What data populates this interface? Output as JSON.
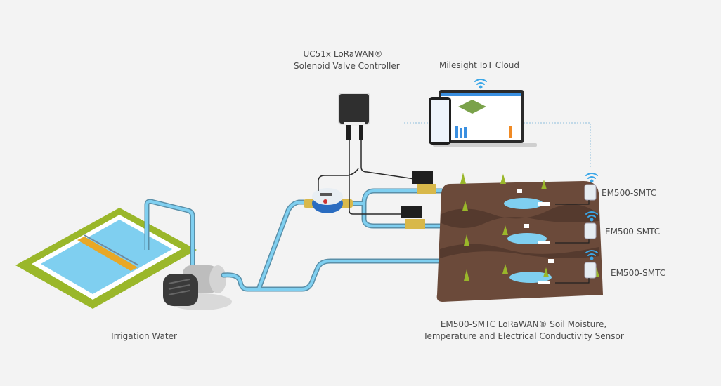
{
  "labels": {
    "controller_line1": "UC51x LoRaWAN®",
    "controller_line2": "Solenoid Valve Controller",
    "cloud": "Milesight IoT Cloud",
    "water": "Irrigation Water",
    "sensor_1": "EM500-SMTC",
    "sensor_2": "EM500-SMTC",
    "sensor_3": "EM500-SMTC",
    "sensor_desc_line1": "EM500-SMTC LoRaWAN® Soil Moisture,",
    "sensor_desc_line2": "Temperature and Electrical Conductivity Sensor"
  },
  "colors": {
    "background": "#f3f3f3",
    "water": "#7fcff0",
    "pipe_outline": "#5a8fa8",
    "soil": "#6b4a3a",
    "soil_dark": "#553a2e",
    "grass": "#9ab72a",
    "pool_rim": "#ffffff",
    "controller": "#2f2f2f",
    "wifi": "#3ba7e8",
    "brass": "#d8b84a"
  }
}
